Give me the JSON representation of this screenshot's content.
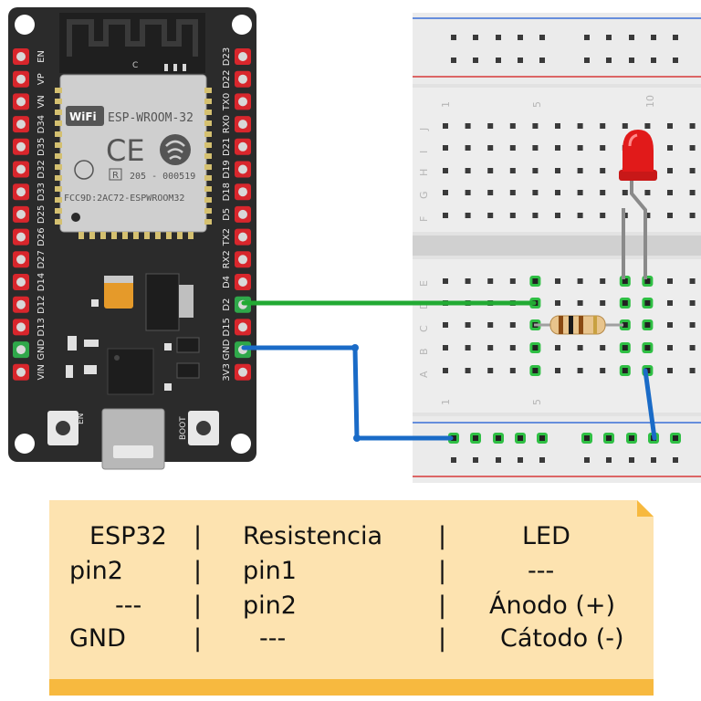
{
  "board": {
    "module_name": "ESP-WROOM-32",
    "cert_code": "205 - 000519",
    "fcc_id": "FCC9D:2AC72-ESPWROOM32",
    "ce_mark": "CE",
    "wifi_logo": "WiFi",
    "r_mark": "R",
    "small_c": "C",
    "en_button_label": "EN",
    "boot_button_label": "BOOT",
    "left_pins": [
      "EN",
      "VP",
      "VN",
      "D34",
      "D35",
      "D32",
      "D33",
      "D25",
      "D26",
      "D27",
      "D14",
      "D12",
      "D13",
      "GND",
      "VIN"
    ],
    "right_pins": [
      "D23",
      "D22",
      "TX0",
      "RX0",
      "D21",
      "D19",
      "D18",
      "D5",
      "TX2",
      "RX2",
      "D4",
      "D2",
      "D15",
      "GND",
      "3V3"
    ]
  },
  "breadboard": {
    "row_letters_top": [
      "J",
      "I",
      "H",
      "G",
      "F"
    ],
    "row_letters_bottom": [
      "E",
      "D",
      "C",
      "B",
      "A"
    ],
    "col_numbers_top": [
      "1",
      "5",
      "10"
    ],
    "col_numbers_bottom": [
      "1",
      "5"
    ]
  },
  "colors": {
    "pcb": "#2b2b2b",
    "pin_red": "#d8262c",
    "pin_green": "#2fa84a",
    "wire_green": "#22aa33",
    "wire_blue": "#1a6bc7",
    "led_red": "#e11a1a",
    "note_bg": "#fde3b0",
    "note_band": "#f7b93f"
  },
  "table": {
    "header": {
      "esp32": "ESP32",
      "resistencia": "Resistencia",
      "led": "LED"
    },
    "rows": [
      {
        "esp32": "pin2",
        "resistencia": "pin1",
        "led": "---"
      },
      {
        "esp32": "---",
        "resistencia": "pin2",
        "led": "Ánodo (+)"
      },
      {
        "esp32": "GND",
        "resistencia": "---",
        "led": "Cátodo (-)"
      }
    ],
    "separator": "|"
  }
}
